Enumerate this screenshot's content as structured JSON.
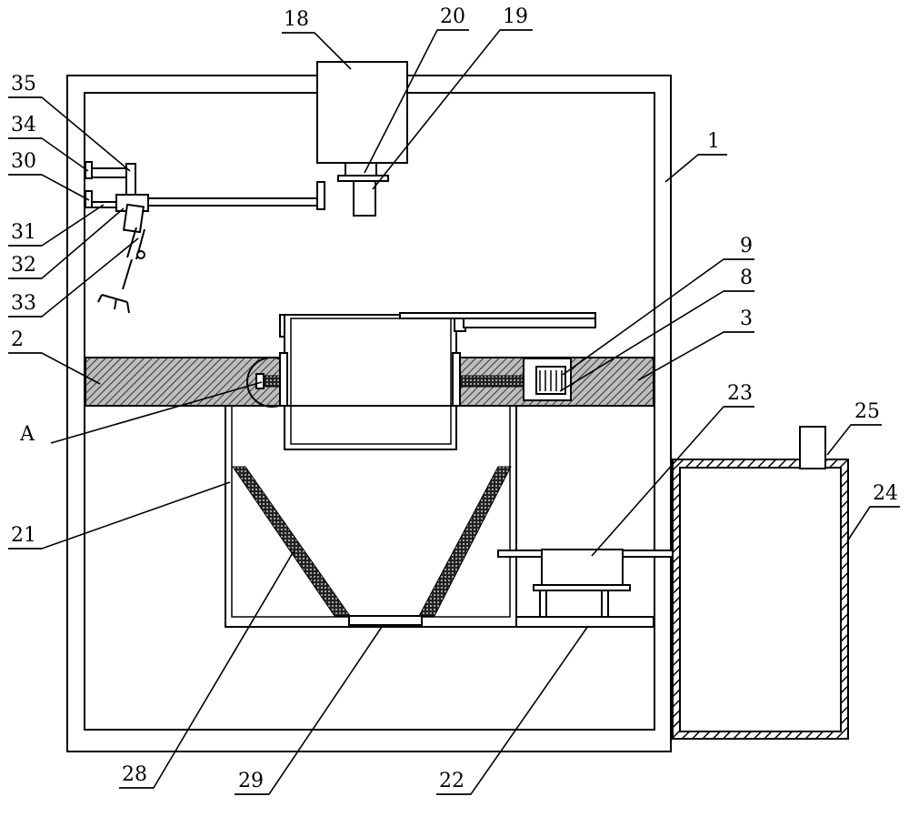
{
  "diagram": {
    "labels": {
      "l1": "1",
      "l2": "2",
      "l3": "3",
      "l8": "8",
      "l9": "9",
      "l18": "18",
      "l19": "19",
      "l20": "20",
      "l21": "21",
      "l22": "22",
      "l23": "23",
      "l24": "24",
      "l25": "25",
      "l28": "28",
      "l29": "29",
      "l30": "30",
      "l31": "31",
      "l32": "32",
      "l33": "33",
      "l34": "34",
      "l35": "35",
      "lA": "A"
    }
  }
}
